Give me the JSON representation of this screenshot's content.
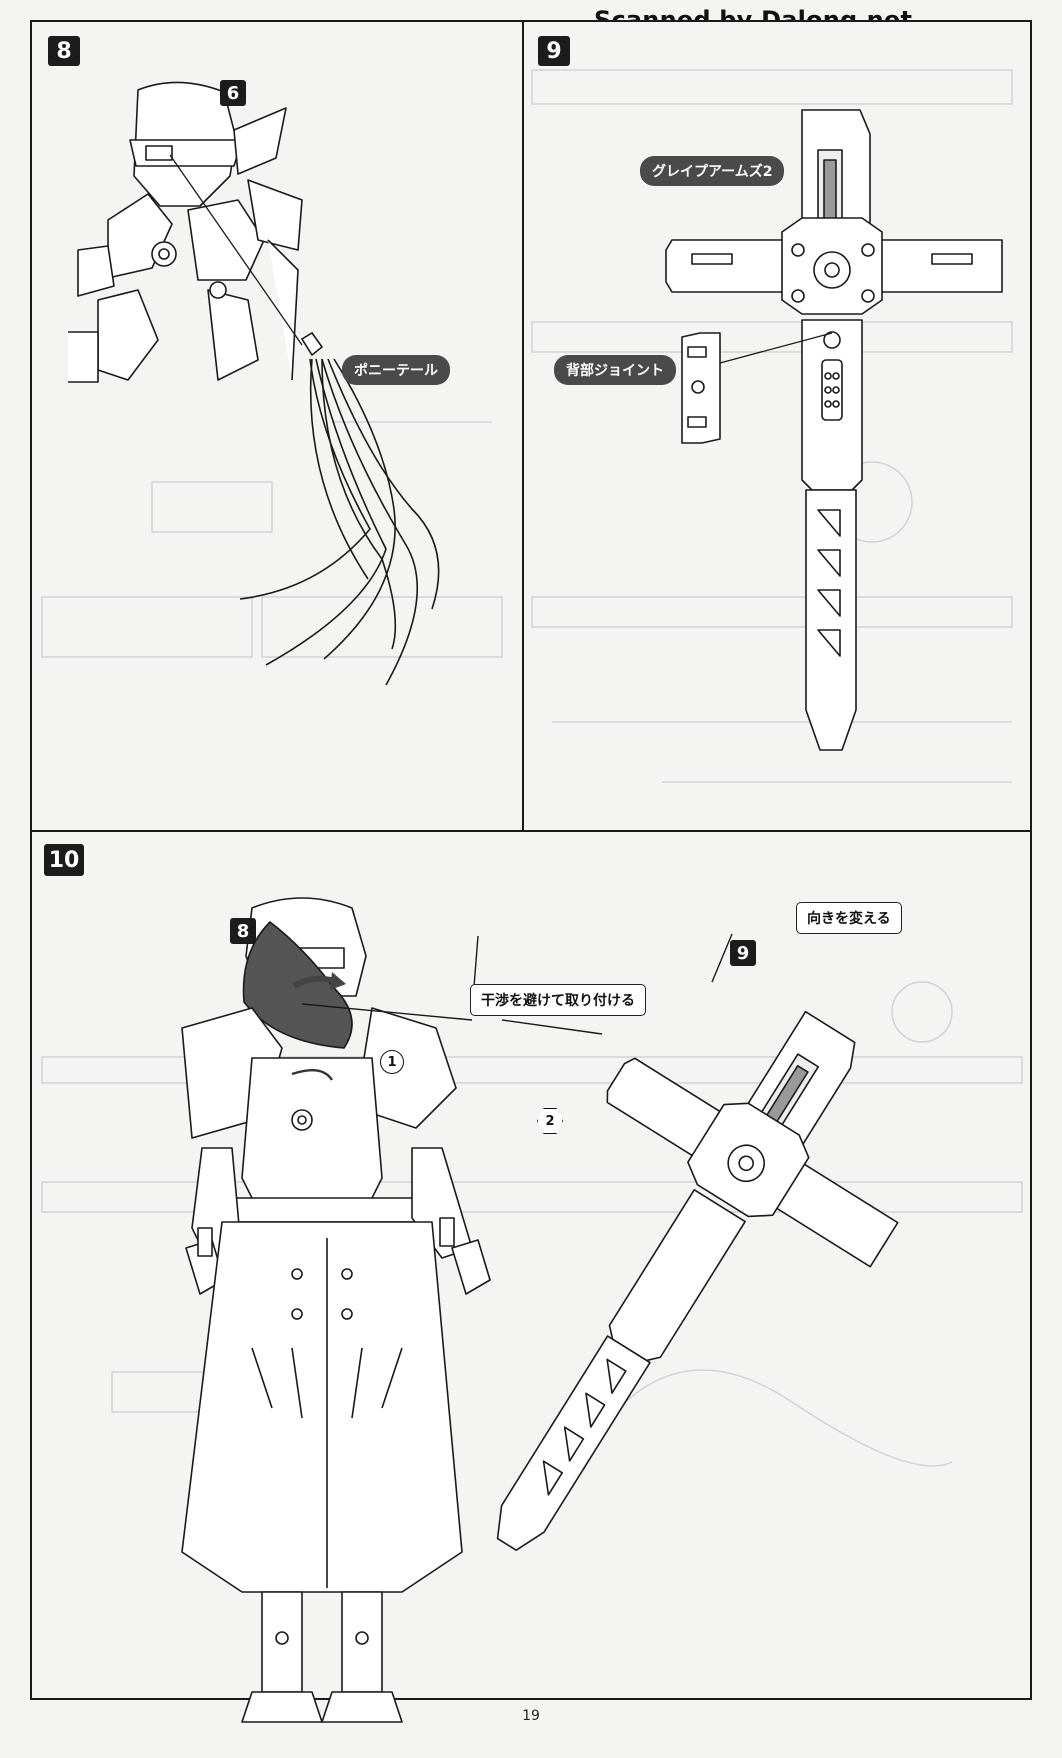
{
  "watermark": "Scanned by Dalong.net",
  "page_number": "19",
  "steps": {
    "s8": {
      "number": "8",
      "ref_number": "6",
      "part_label": "ポニーテール"
    },
    "s9": {
      "number": "9",
      "part_label_top": "グレイプアームズ2",
      "part_label_joint": "背部ジョイント"
    },
    "s10": {
      "number": "10",
      "ref_8": "8",
      "ref_9": "9",
      "note_avoid": "干渉を避けて取り付ける",
      "note_turn": "向きを変える",
      "order_1": "1",
      "order_2": "2"
    }
  }
}
